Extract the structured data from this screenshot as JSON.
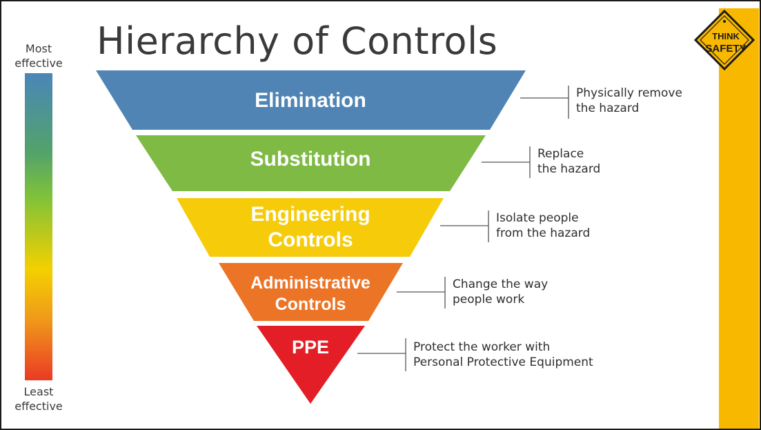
{
  "title": "Hierarchy of Controls",
  "scale": {
    "top_label_line1": "Most",
    "top_label_line2": "effective",
    "bottom_label_line1": "Least",
    "bottom_label_line2": "effective"
  },
  "badge": {
    "line1": "THINK",
    "line2": "SAFETY",
    "fill": "#f9b800",
    "border": "#1a1a1a"
  },
  "levels": [
    {
      "name_lines": [
        "Elimination"
      ],
      "description_lines": [
        "Physically remove",
        "the hazard"
      ],
      "color": "#4f84b5"
    },
    {
      "name_lines": [
        "Substitution"
      ],
      "description_lines": [
        "Replace",
        "the hazard"
      ],
      "color": "#7fba44"
    },
    {
      "name_lines": [
        "Engineering",
        "Controls"
      ],
      "description_lines": [
        "Isolate people",
        "from the hazard"
      ],
      "color": "#f6cb0a"
    },
    {
      "name_lines": [
        "Administrative",
        "Controls"
      ],
      "description_lines": [
        "Change the way",
        "people work"
      ],
      "color": "#ec7426"
    },
    {
      "name_lines": [
        "PPE"
      ],
      "description_lines": [
        "Protect the worker with",
        "Personal Protective Equipment"
      ],
      "color": "#e31e26"
    }
  ],
  "colors": {
    "accent_stripe": "#f9b800",
    "text": "#3a3a3a",
    "connector": "#555555"
  }
}
